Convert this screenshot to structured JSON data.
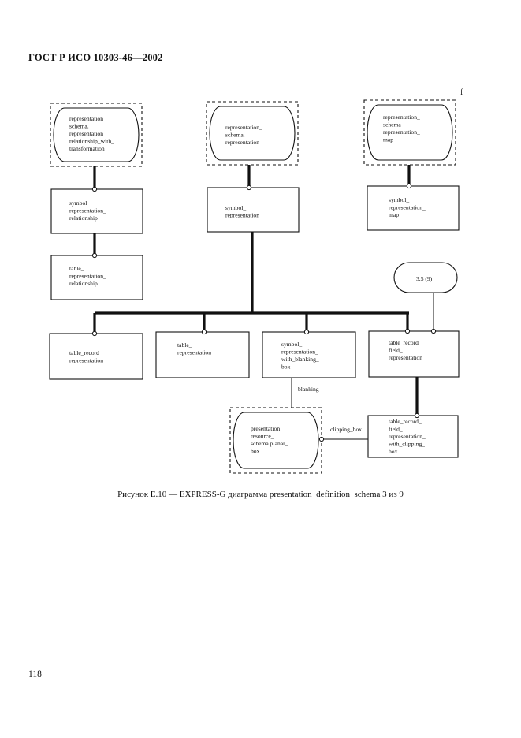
{
  "header": {
    "title": "ГОСТ Р ИСО 10303-46—2002",
    "mark": "f"
  },
  "caption": "Рисунок Е.10 — EXPRESS-G диаграмма presentation_definition_schema 3 из 9",
  "page_number": "118",
  "nodes": {
    "rep_schema_rel_transform": [
      "representation_",
      "schema.",
      "representation_",
      "relationship_with_",
      "transformation"
    ],
    "rep_schema_rep": [
      "representation_",
      "schema.",
      "representation"
    ],
    "rep_schema_rep_map": [
      "representation_",
      "schema",
      "representation_",
      "map"
    ],
    "symbol_rep_rel": [
      "symbol",
      "representation_",
      "relationship"
    ],
    "symbol_rep": [
      "symbol_",
      "representation_"
    ],
    "symbol_rep_map": [
      "symbol_",
      "representation_",
      "map"
    ],
    "table_rep_rel": [
      "table_",
      "representation_",
      "relationship"
    ],
    "ref_35_9": [
      "3,5 (9)"
    ],
    "table_record_rep": [
      "table_record",
      "representation"
    ],
    "table_rep": [
      "table_",
      "representation"
    ],
    "symbol_rep_blanking": [
      "symbol_",
      "representation_",
      "with_blanking_",
      "box"
    ],
    "table_record_field_rep": [
      "table_record_",
      "field_",
      "representation"
    ],
    "pres_resource_planar_box": [
      "presentation",
      "resource_",
      "schema.planar_",
      "box"
    ],
    "table_record_field_rep_clipping": [
      "table_record_",
      "field_",
      "representation_",
      "with_clipping_",
      "box"
    ]
  },
  "labels": {
    "blanking": "blanking",
    "clipping_box": "clipping_box"
  }
}
